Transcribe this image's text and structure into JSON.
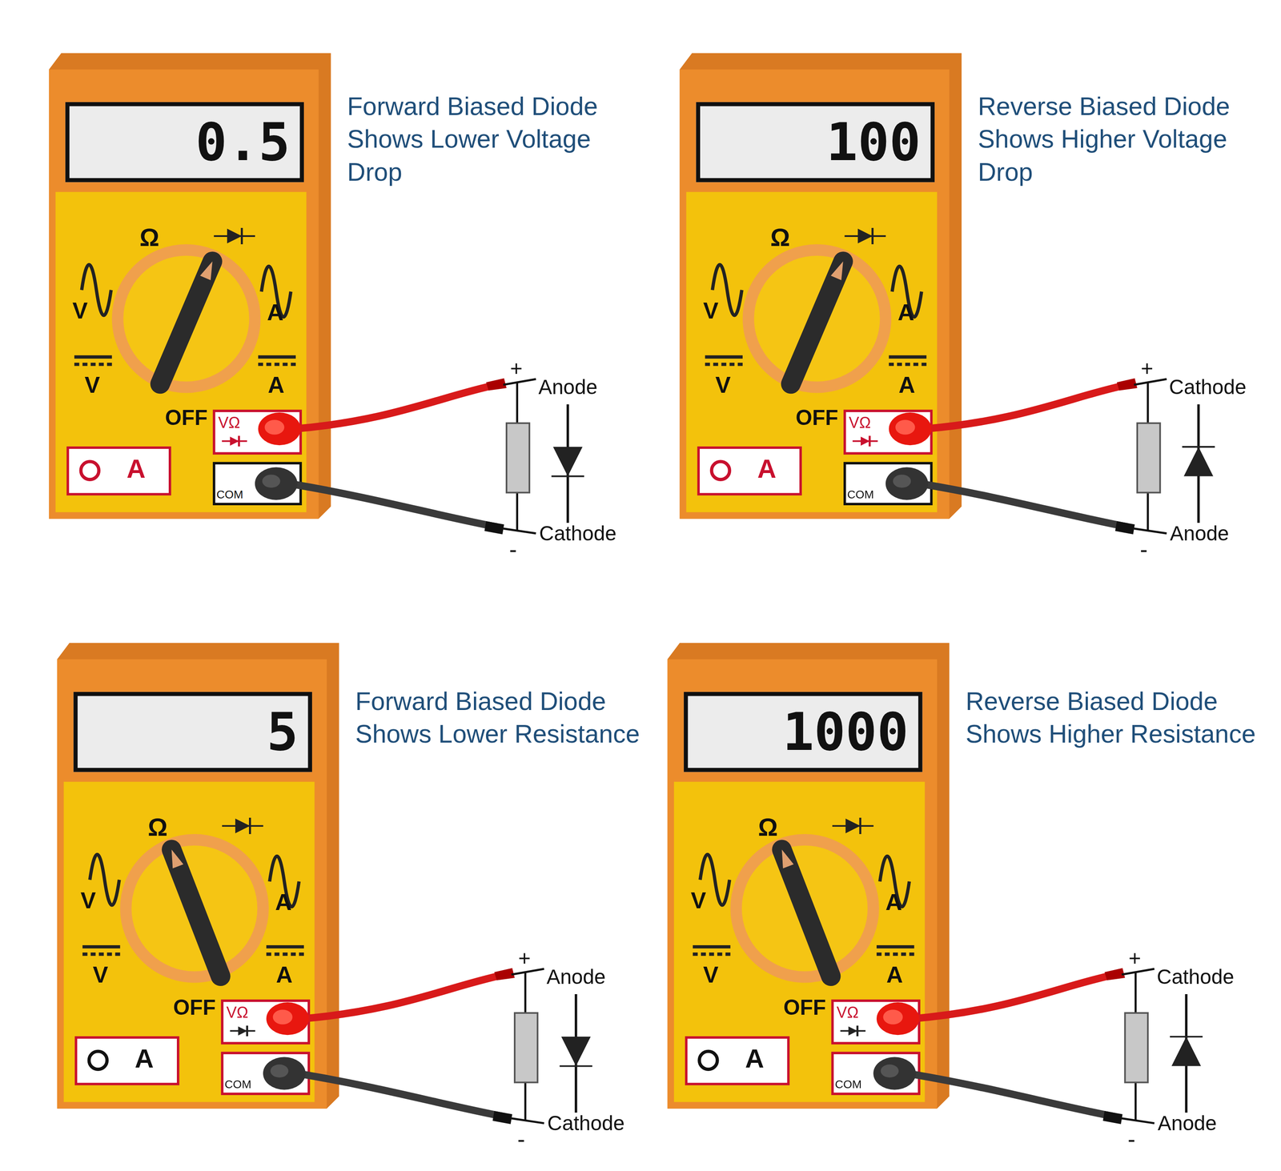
{
  "diagram": {
    "nodes": [
      {
        "text": [
          "0.5"
        ]
      },
      {
        "text": [
          "A"
        ]
      },
      {
        "text": [
          "VΩ"
        ]
      },
      {
        "text": [
          "COM"
        ]
      },
      {
        "text": [
          "100"
        ]
      },
      {
        "text": [
          "A"
        ]
      },
      {
        "text": [
          "VΩ"
        ]
      },
      {
        "text": [
          "COM"
        ]
      },
      {
        "text": [
          "5"
        ]
      },
      {
        "text": [
          "A"
        ]
      },
      {
        "text": [
          "VΩ"
        ]
      },
      {
        "text": [
          "COM"
        ]
      },
      {
        "text": [
          "1000"
        ]
      },
      {
        "text": [
          "A"
        ]
      },
      {
        "text": [
          "VΩ"
        ]
      },
      {
        "text": [
          "COM"
        ]
      }
    ],
    "labels": [
      "Forward Biased Diode Shows Lower Voltage Drop",
      "Ω",
      "V",
      "A",
      "V",
      "A",
      "OFF",
      "+",
      "Anode",
      "Cathode",
      "-",
      "Reverse Biased Diode Shows Higher Voltage Drop",
      "Ω",
      "V",
      "A",
      "V",
      "A",
      "OFF",
      "+",
      "Cathode",
      "Anode",
      "-",
      "Forward Biased Diode Shows Lower Resistance",
      "Ω",
      "V",
      "A",
      "V",
      "A",
      "OFF",
      "+",
      "Anode",
      "Cathode",
      "-",
      "Reverse Biased Diode Shows Higher Resistance",
      "Ω",
      "V",
      "A",
      "V",
      "A",
      "OFF",
      "+",
      "Cathode",
      "Anode",
      "-"
    ]
  }
}
